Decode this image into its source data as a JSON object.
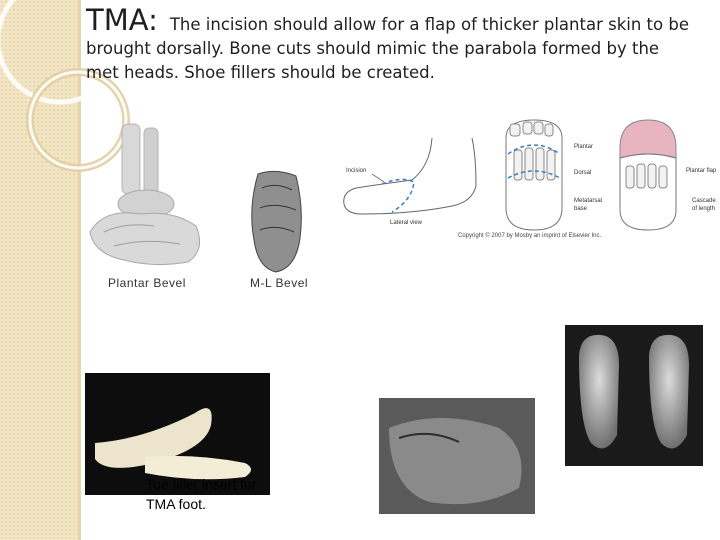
{
  "slide": {
    "title": "TMA:",
    "body": "The incision should allow for a flap of thicker plantar skin to be brought dorsally.  Bone cuts should mimic the parabola formed by the met heads.  Shoe fillers should be created."
  },
  "figures": {
    "plantar_bevel_label": "Plantar Bevel",
    "ml_bevel_label": "M-L Bevel",
    "lateral": {
      "incision_label": "Incision",
      "view_label": "Lateral view"
    },
    "dorsal_plantar": {
      "plantar_label": "Plantar",
      "dorsal_label": "Dorsal",
      "metatarsal_label": "Metatarsal",
      "metatarsal_label_2": "base"
    },
    "flap": {
      "flap_label": "Plantar flap",
      "cascade_label": "Cascade",
      "cascade_label_2": "of length"
    },
    "copyright": "Copyright © 2007 by Mosby an imprint of Elsevier Inc."
  },
  "photos": {
    "toe_filler_caption": "Toe filler insert for TMA foot."
  },
  "colors": {
    "strip": "#f3e6c4",
    "dashed_incision": "#3b7fc4",
    "flap_pink": "#e8b4c0"
  }
}
